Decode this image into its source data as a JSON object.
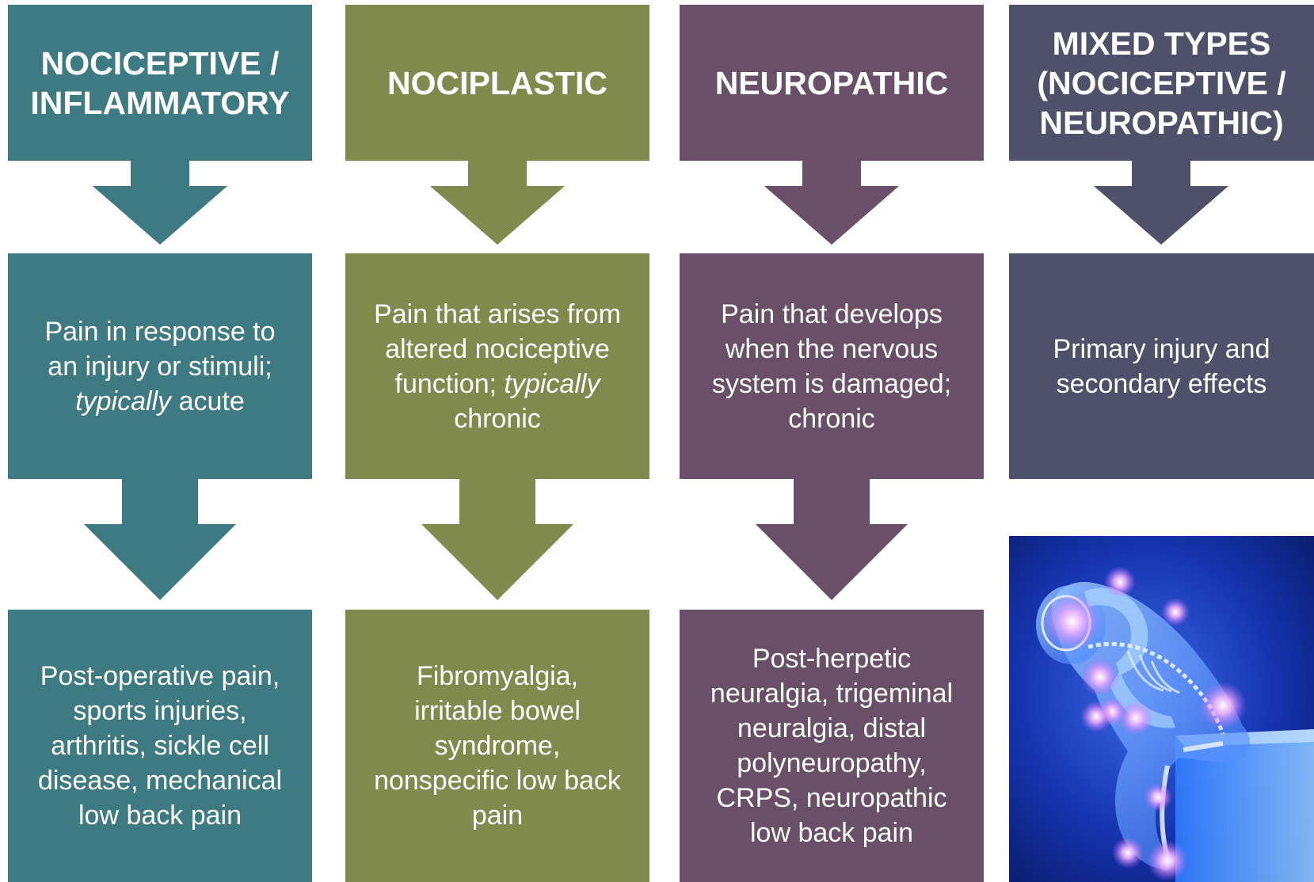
{
  "columns": [
    {
      "id": "nociceptive",
      "color": "#3d7a82",
      "header_line1": "NOCICEPTIVE /",
      "header_line2": "INFLAMMATORY",
      "desc_line1": "Pain in response to",
      "desc_line2": "an injury or stimuli;",
      "desc_italic": "typically",
      "desc_line3_rest": " acute",
      "examples_line1": "Post-operative pain,",
      "examples_line2": "sports injuries,",
      "examples_line3": "arthritis, sickle cell",
      "examples_line4": "disease, mechanical",
      "examples_line5": "low back pain"
    },
    {
      "id": "nociplastic",
      "color": "#7f8a4c",
      "header": "NOCIPLASTIC",
      "desc_line1": "Pain that arises from",
      "desc_line2": "altered nociceptive",
      "desc_line3_start": "function; ",
      "desc_italic": "typically",
      "desc_line4": "chronic",
      "examples_line1": "Fibromyalgia,",
      "examples_line2": "irritable bowel",
      "examples_line3": "syndrome,",
      "examples_line4": "nonspecific low back",
      "examples_line5": "pain"
    },
    {
      "id": "neuropathic",
      "color": "#6a4f68",
      "header": "NEUROPATHIC",
      "desc_line1": "Pain that develops",
      "desc_line2": "when the nervous",
      "desc_line3": "system is damaged;",
      "desc_line4": "chronic",
      "examples_line1": "Post-herpetic",
      "examples_line2": "neuralgia, trigeminal",
      "examples_line3": "neuralgia, distal",
      "examples_line4": "polyneuropathy,",
      "examples_line5": "CRPS, neuropathic",
      "examples_line6": "low back pain"
    },
    {
      "id": "mixed",
      "color": "#4f5069",
      "header_line1": "MIXED TYPES",
      "header_line2": "(NOCICEPTIVE /",
      "header_line3": "NEUROPATHIC)",
      "desc_line1": "Primary injury and",
      "desc_line2": "secondary effects"
    }
  ],
  "image": {
    "icon": "glowing-skeleton-person-in-pain-illustration"
  }
}
